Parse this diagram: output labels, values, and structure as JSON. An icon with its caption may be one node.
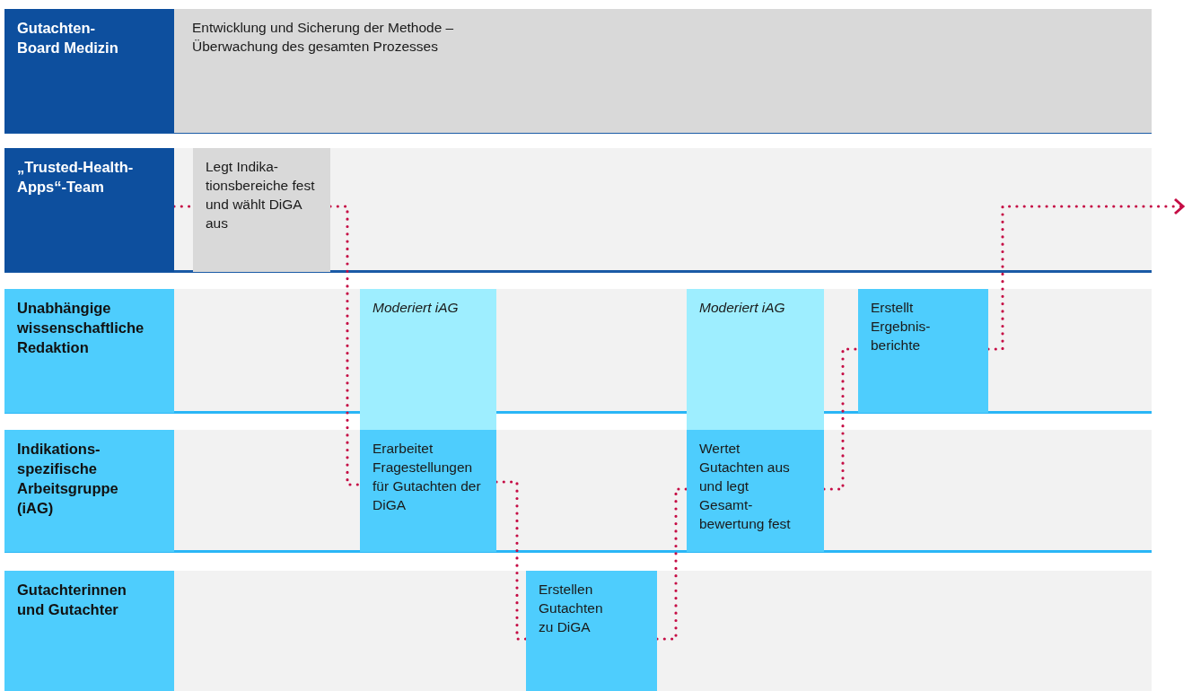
{
  "diagram": {
    "nodes": [
      {
        "text": [
          "Gutachten-Board Medizin"
        ]
      },
      {
        "text": [
          "Entwicklung und Sicherung der Methode – Überwachung des gesamten Prozesses"
        ]
      },
      {
        "text": [
          "„Trusted-Health-Apps“-Team"
        ]
      },
      {
        "text": [
          "Legt Indika-tionsbereiche fest und wählt DiGA aus"
        ]
      },
      {
        "text": [
          "Unabhängige wissenschaftliche Redaktion"
        ]
      },
      {
        "text": [
          "Indikations-spezifische Arbeitsgruppe (iAG)"
        ]
      },
      {
        "text": [
          "Gutachterinnen und Gutachter"
        ]
      },
      {
        "text": [
          "Moderiert iAG"
        ]
      },
      {
        "text": [
          "Erarbeitet Fragestellungen für Gutachten der DiGA"
        ]
      },
      {
        "text": [
          "Erstellen Gutachten zu DiGA"
        ]
      },
      {
        "text": [
          "Moderiert iAG"
        ]
      },
      {
        "text": [
          "Wertet Gutachten aus und legt Gesamt-bewertung fest"
        ]
      },
      {
        "text": [
          "Erstellt Ergebnis-berichte"
        ]
      }
    ],
    "edges": [
      {
        "from": 2,
        "to": 3,
        "arrow": "none"
      },
      {
        "from": 3,
        "to": 8,
        "arrow": "none"
      },
      {
        "from": 8,
        "to": 9,
        "arrow": "none"
      },
      {
        "from": 9,
        "to": 11,
        "arrow": "none"
      },
      {
        "from": 11,
        "to": 12,
        "arrow": "none"
      },
      {
        "from": 12,
        "to": null,
        "arrow": "to"
      }
    ]
  }
}
